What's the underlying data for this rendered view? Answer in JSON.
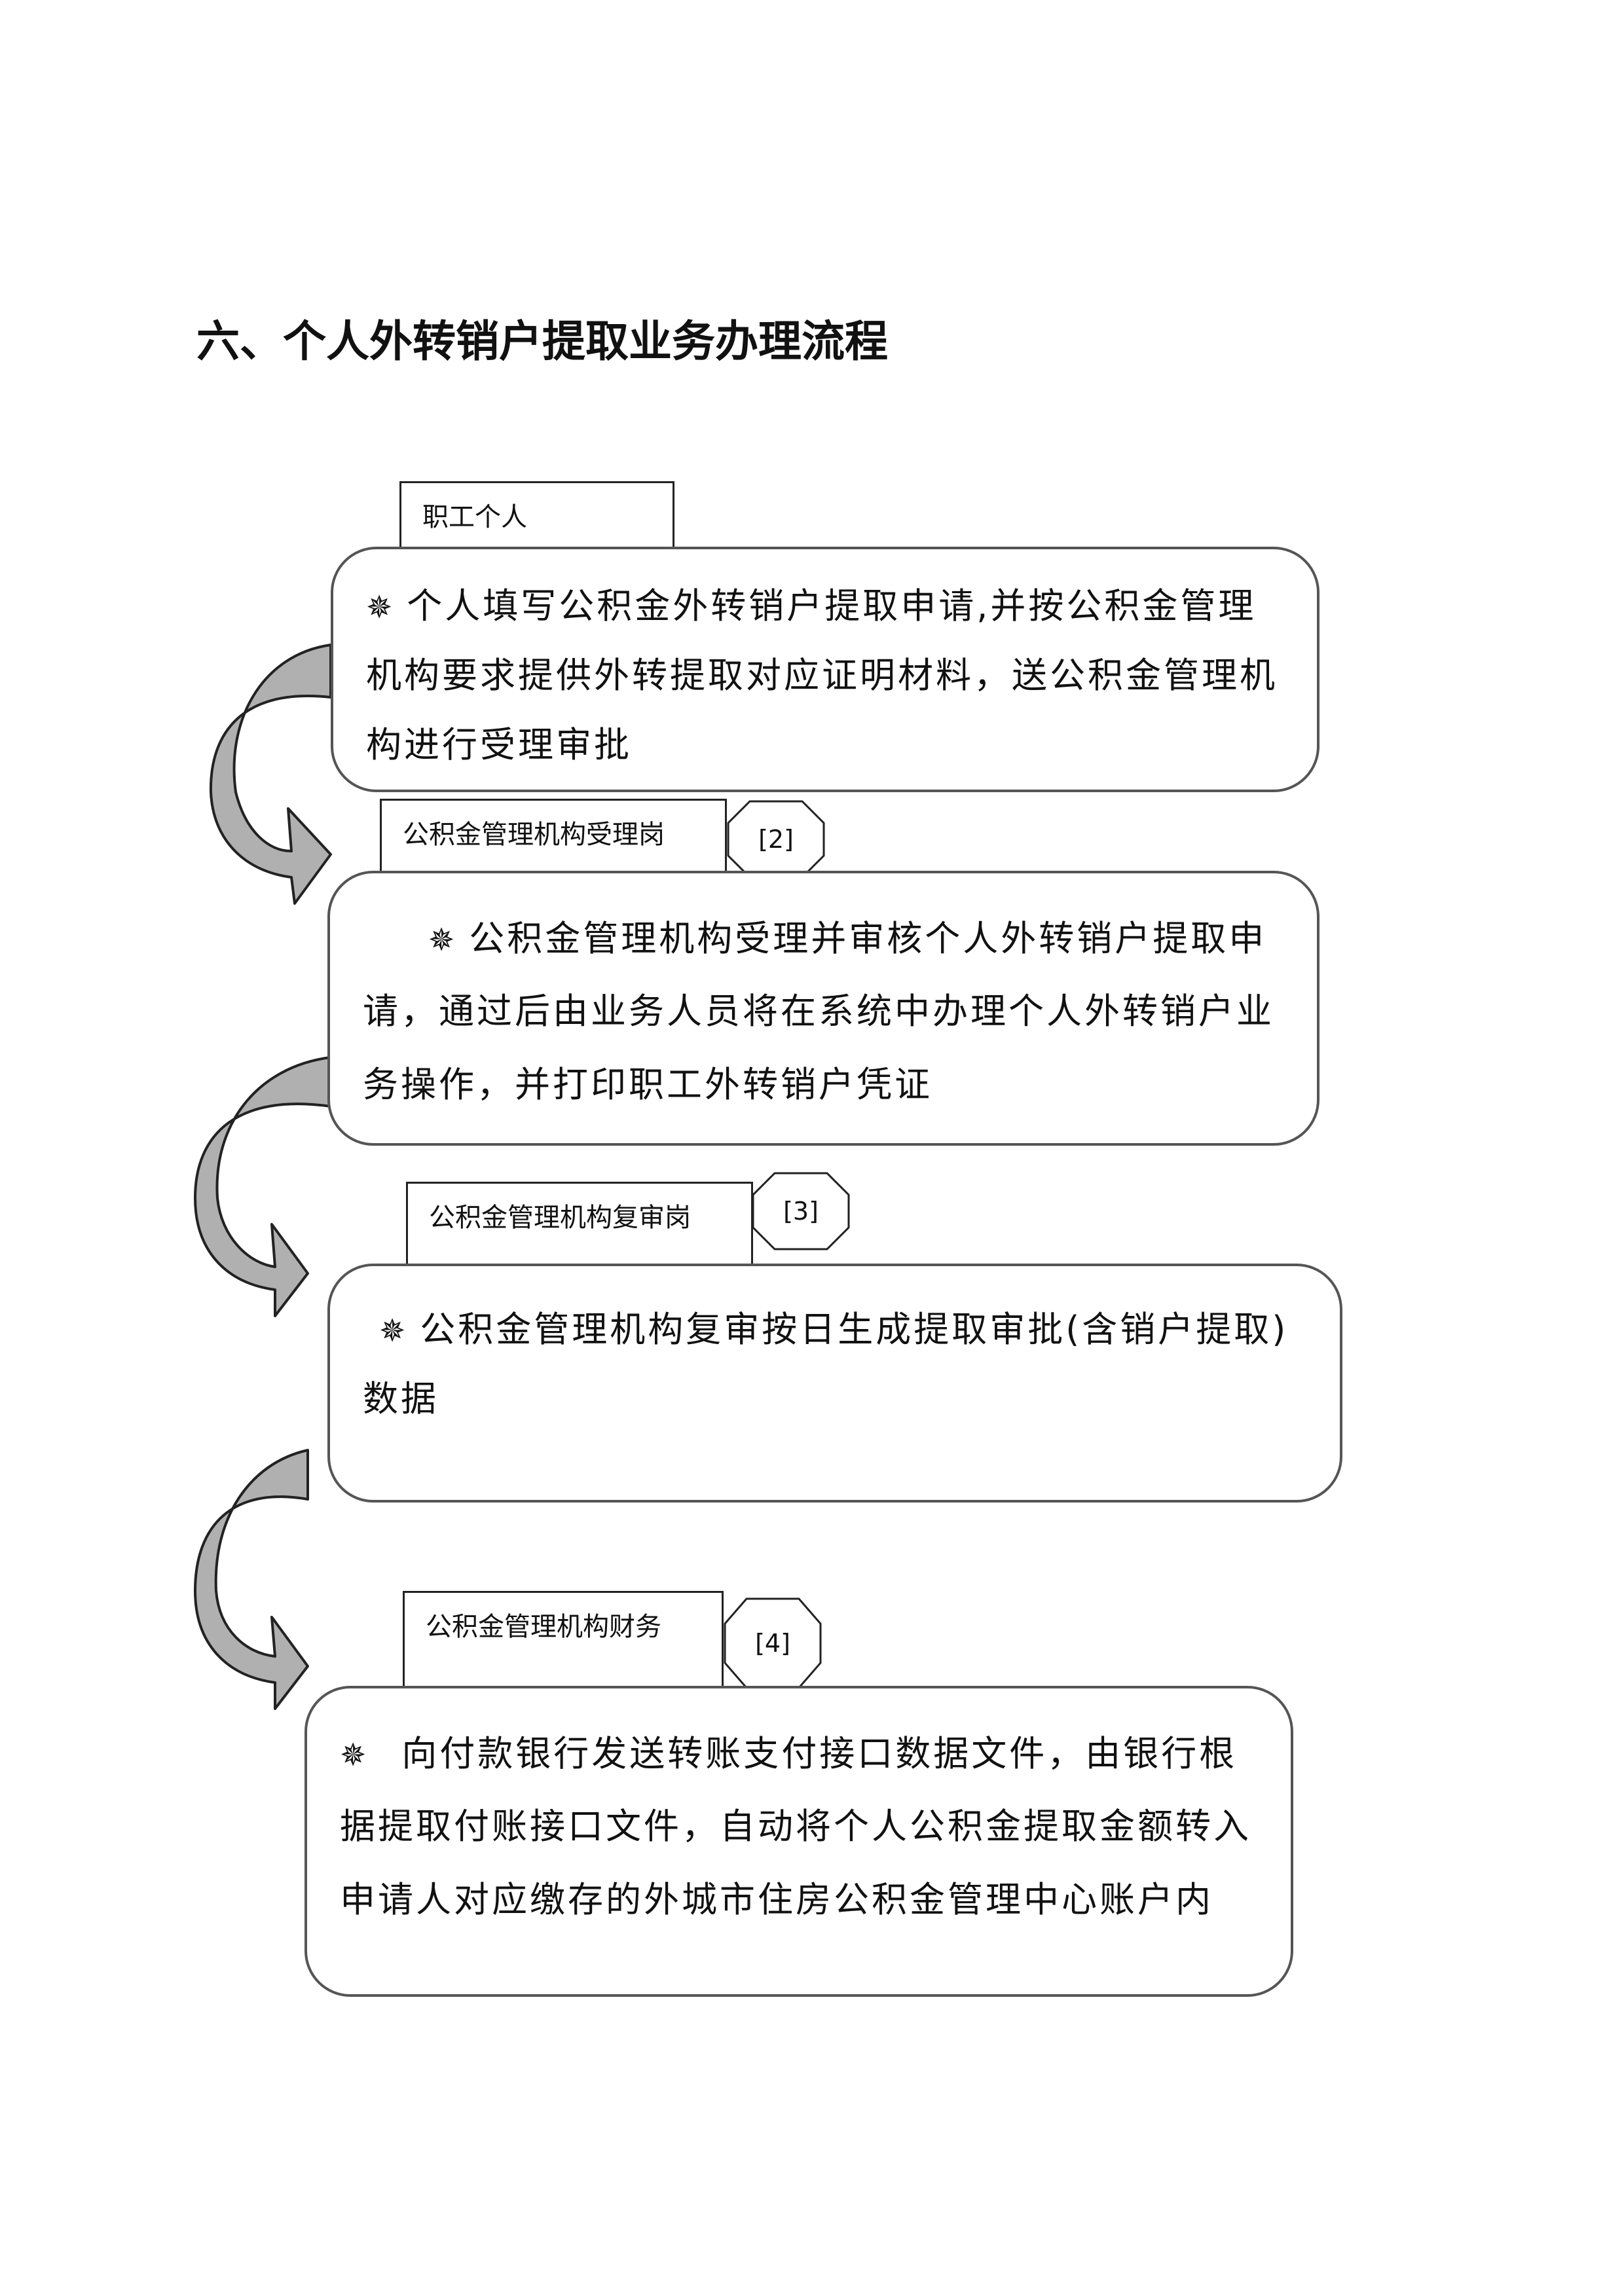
{
  "title": "六、个人外转销户提取业务办理流程",
  "icons": {
    "step_marker": "gear-icon",
    "connector": "curved-arrow"
  },
  "steps": [
    {
      "role": "职工个人",
      "lines": [
        "个人填写公积金外转销户提取申请,并按公积金管理",
        "机构要求提供外转提取对应证明材料，送公积金管理机",
        "构进行受理审批"
      ]
    },
    {
      "role": "公积金管理机构受理岗",
      "number": "[2]",
      "lines": [
        "公积金管理机构受理并审核个人外转销户提取申",
        "请，通过后由业务人员将在系统中办理个人外转销户业",
        "务操作，并打印职工外转销户凭证"
      ]
    },
    {
      "role": "公积金管理机构复审岗",
      "number": "[3]",
      "lines": [
        "公积金管理机构复审按日生成提取审批(含销户提取)",
        "数据"
      ]
    },
    {
      "role": "公积金管理机构财务",
      "number": "[4]",
      "lines": [
        "向付款银行发送转账支付接口数据文件，由银行根",
        "据提取付账接口文件，自动将个人公积金提取金额转入",
        "申请人对应缴存的外城市住房公积金管理中心账户内"
      ]
    }
  ]
}
